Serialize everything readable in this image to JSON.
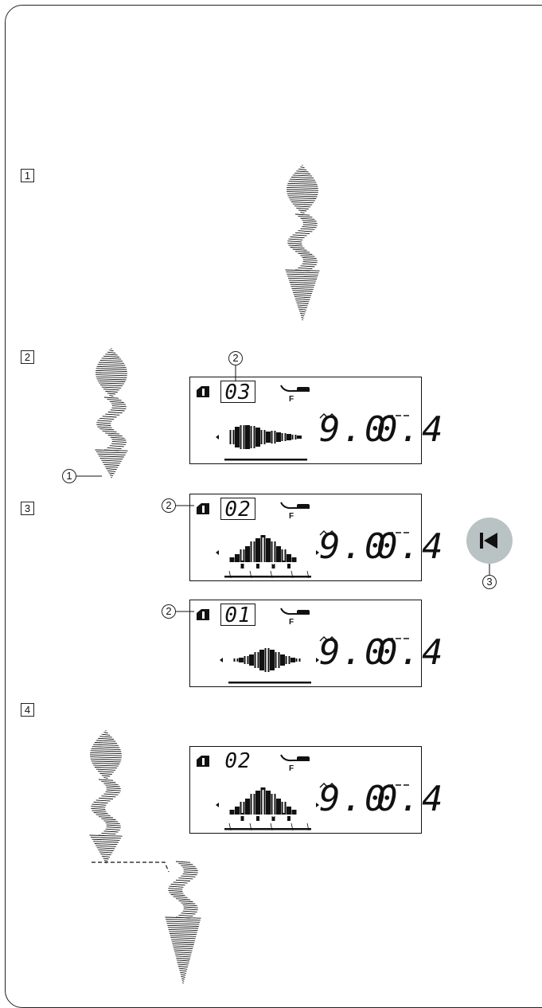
{
  "steps": [
    "1",
    "2",
    "3",
    "4"
  ],
  "callouts": {
    "c1": "1",
    "c2": "2",
    "c3": "3"
  },
  "lcd_screens": [
    {
      "pattern_number": "03",
      "stitch_width": "9.0",
      "stitch_length": "0.4",
      "memory_icon": "memory-icon",
      "foot_label": "F"
    },
    {
      "pattern_number": "02",
      "stitch_width": "9.0",
      "stitch_length": "0.4",
      "memory_icon": "memory-icon",
      "foot_label": "F"
    },
    {
      "pattern_number": "01",
      "stitch_width": "9.0",
      "stitch_length": "0.4",
      "memory_icon": "memory-icon",
      "foot_label": "F"
    },
    {
      "pattern_number": "02",
      "stitch_width": "9.0",
      "stitch_length": "0.4",
      "memory_icon": "memory-icon",
      "foot_label": "F"
    }
  ],
  "button_icon": "skip-to-start-icon"
}
